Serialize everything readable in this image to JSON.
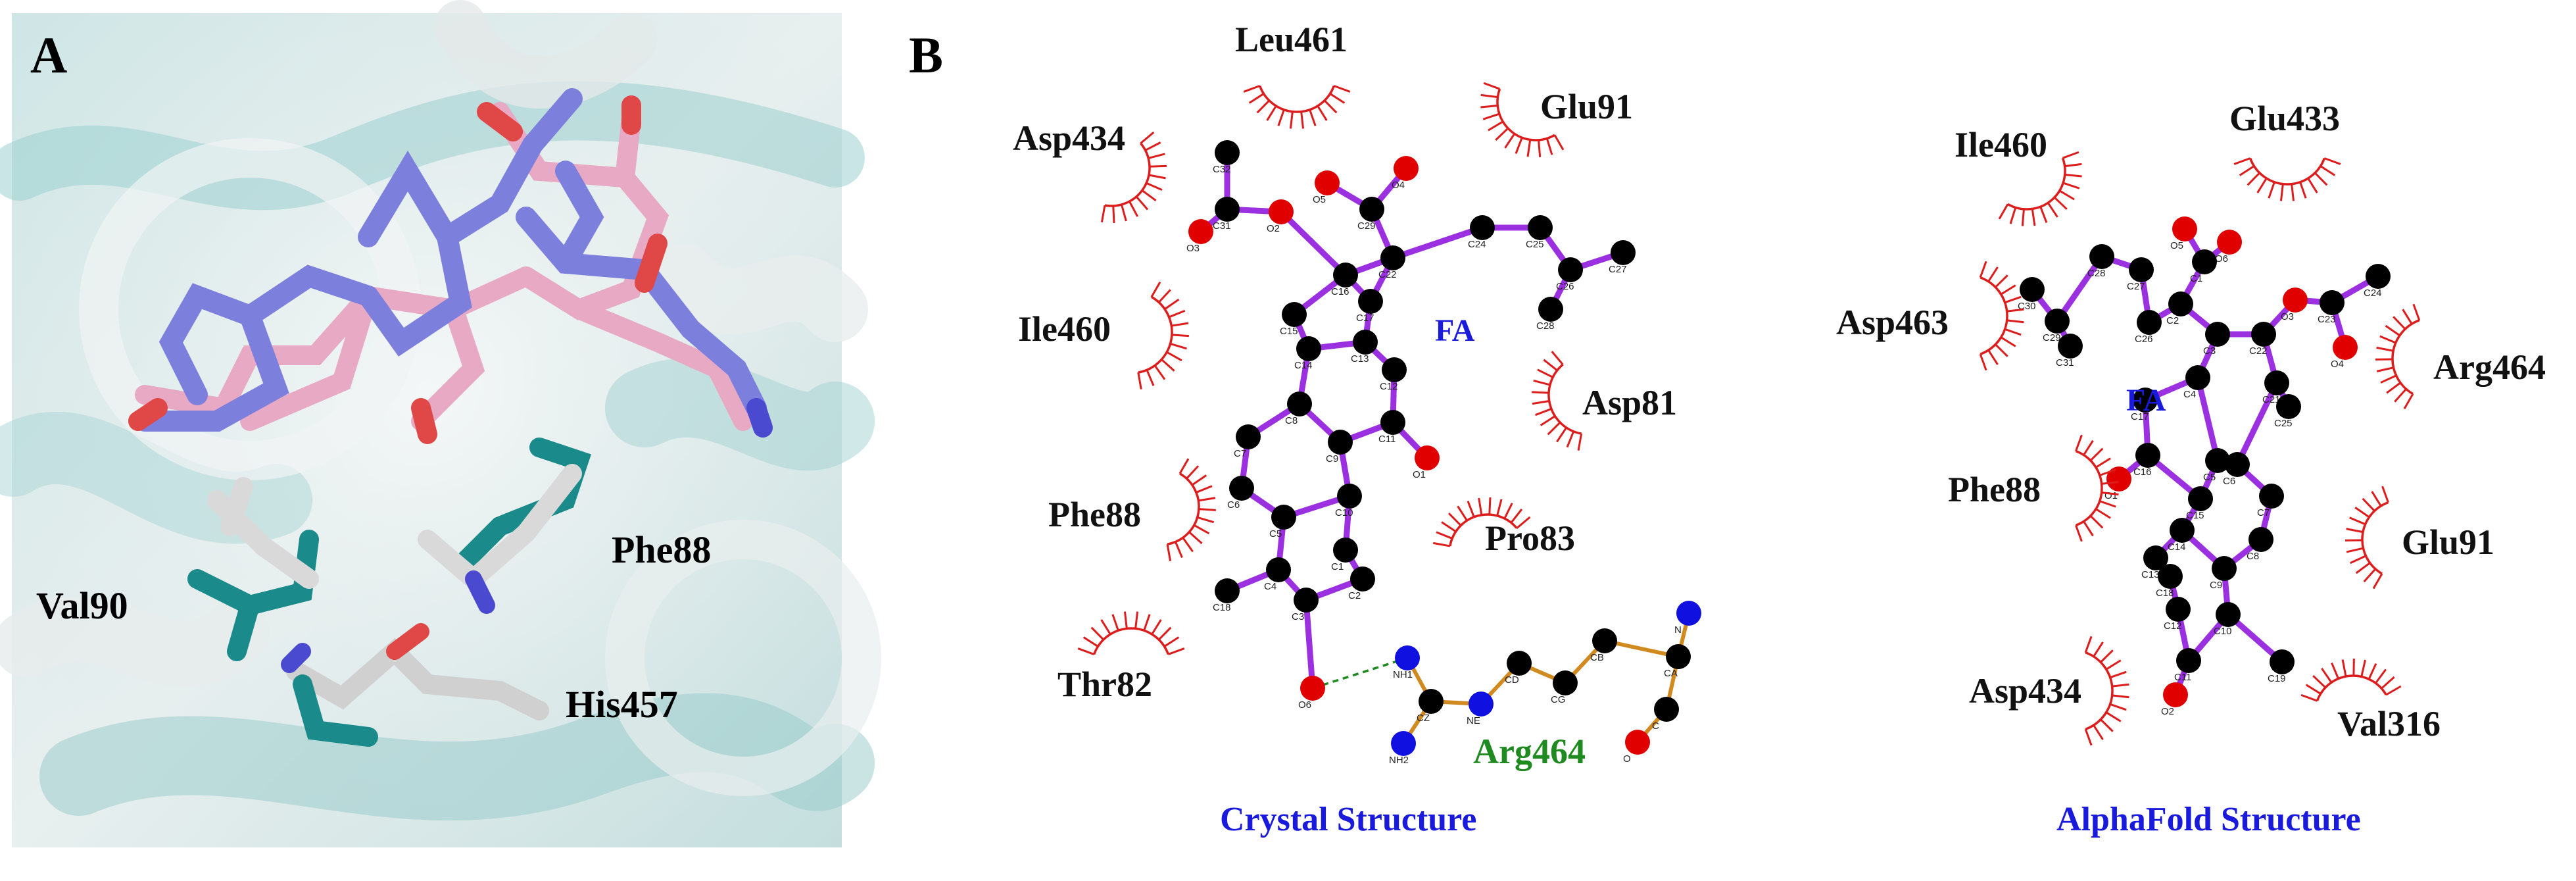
{
  "panel_a": {
    "letter": "A",
    "residues": [
      {
        "id": "val90",
        "label": "Val90"
      },
      {
        "id": "phe88",
        "label": "Phe88"
      },
      {
        "id": "his457",
        "label": "His457"
      }
    ]
  },
  "panel_b": {
    "letter": "B",
    "crystal": {
      "caption": "Crystal Structure",
      "ligand_label": "FA",
      "bonded_residue": "Arg464",
      "residues": [
        {
          "id": "leu461",
          "label": "Leu461"
        },
        {
          "id": "asp434",
          "label": "Asp434"
        },
        {
          "id": "glu91",
          "label": "Glu91"
        },
        {
          "id": "ile460",
          "label": "Ile460"
        },
        {
          "id": "asp81",
          "label": "Asp81"
        },
        {
          "id": "phe88",
          "label": "Phe88"
        },
        {
          "id": "pro83",
          "label": "Pro83"
        },
        {
          "id": "thr82",
          "label": "Thr82"
        }
      ],
      "atoms": [
        "C32",
        "O3",
        "C31",
        "O2",
        "O5",
        "C29",
        "O4",
        "C22",
        "C24",
        "C25",
        "C26",
        "C27",
        "C28",
        "C16",
        "C17",
        "C15",
        "C13",
        "C14",
        "C12",
        "C11",
        "O1",
        "C8",
        "C9",
        "C7",
        "C6",
        "C5",
        "C10",
        "C1",
        "C4",
        "C3",
        "C18",
        "C2",
        "O6",
        "NH1",
        "CZ",
        "NE",
        "NH2",
        "CD",
        "CG",
        "CB",
        "CA",
        "N",
        "C",
        "O"
      ]
    },
    "alphafold": {
      "caption": "AlphaFold Structure",
      "ligand_label": "FA",
      "residues": [
        {
          "id": "ile460",
          "label": "Ile460"
        },
        {
          "id": "glu433",
          "label": "Glu433"
        },
        {
          "id": "asp463",
          "label": "Asp463"
        },
        {
          "id": "arg464",
          "label": "Arg464"
        },
        {
          "id": "phe88",
          "label": "Phe88"
        },
        {
          "id": "glu91",
          "label": "Glu91"
        },
        {
          "id": "asp434",
          "label": "Asp434"
        },
        {
          "id": "val316",
          "label": "Val316"
        }
      ],
      "atoms": [
        "C30",
        "C29",
        "C31",
        "C28",
        "C27",
        "C26",
        "O5",
        "O6",
        "C1",
        "C2",
        "C3",
        "C22",
        "O3",
        "C23",
        "C24",
        "O4",
        "C4",
        "C21",
        "C25",
        "C17",
        "C16",
        "O1",
        "C5",
        "C6",
        "C7",
        "C8",
        "C14",
        "C15",
        "C13",
        "C18",
        "C9",
        "C12",
        "C10",
        "C19",
        "C11",
        "O2"
      ]
    },
    "colors": {
      "ligand_bond": "#9b30e0",
      "residue_bond": "#d08a20",
      "carbon": "#000000",
      "oxygen": "#e00000",
      "nitrogen": "#1010e0",
      "hydrophobic_arc": "#dd1c1c",
      "hbond": "#1f8a1f",
      "caption": "#1a1adc"
    }
  }
}
